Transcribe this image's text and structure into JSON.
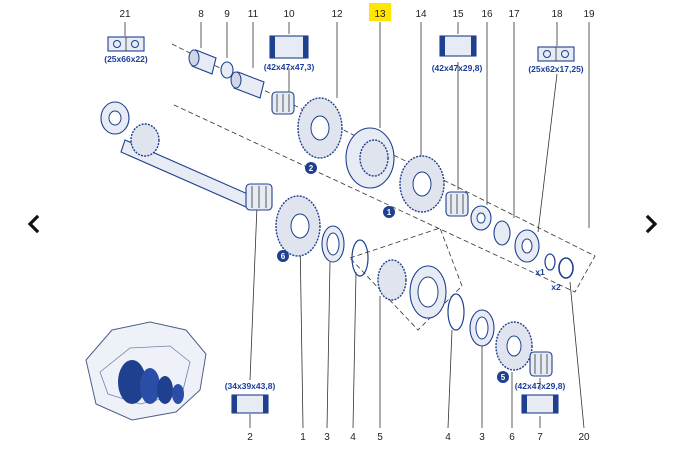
{
  "callouts": [
    {
      "id": "p21",
      "label": "21"
    },
    {
      "id": "p8",
      "label": "8"
    },
    {
      "id": "p9",
      "label": "9"
    },
    {
      "id": "p11",
      "label": "11"
    },
    {
      "id": "p10",
      "label": "10"
    },
    {
      "id": "p12",
      "label": "12"
    },
    {
      "id": "p13",
      "label": "13"
    },
    {
      "id": "p14",
      "label": "14"
    },
    {
      "id": "p15",
      "label": "15"
    },
    {
      "id": "p16",
      "label": "16"
    },
    {
      "id": "p17",
      "label": "17"
    },
    {
      "id": "p18",
      "label": "18"
    },
    {
      "id": "p19",
      "label": "19"
    },
    {
      "id": "p2",
      "label": "2"
    },
    {
      "id": "p1",
      "label": "1"
    },
    {
      "id": "p3a",
      "label": "3"
    },
    {
      "id": "p4a",
      "label": "4"
    },
    {
      "id": "p5",
      "label": "5"
    },
    {
      "id": "p4b",
      "label": "4"
    },
    {
      "id": "p3b",
      "label": "3"
    },
    {
      "id": "p6",
      "label": "6"
    },
    {
      "id": "p7",
      "label": "7"
    },
    {
      "id": "p20",
      "label": "20"
    }
  ],
  "highlight_color": "#ffe500",
  "accent_color": "#1f3f8f",
  "dimensions": {
    "d21": "(25x66x22)",
    "d10": "(42x47x47,3)",
    "d15": "(42x47x29,8)",
    "d18": "(25x62x17,25)",
    "d2": "(34x39x43,8)",
    "d7": "(42x47x29,8)"
  },
  "gear_badges": {
    "b2": "2",
    "b1": "1",
    "b6": "6",
    "b5": "5"
  },
  "shim_labels": {
    "x1": "x1",
    "x2": "x2"
  },
  "navigation": {
    "prev_icon": "chevron-left-icon",
    "next_icon": "chevron-right-icon"
  }
}
